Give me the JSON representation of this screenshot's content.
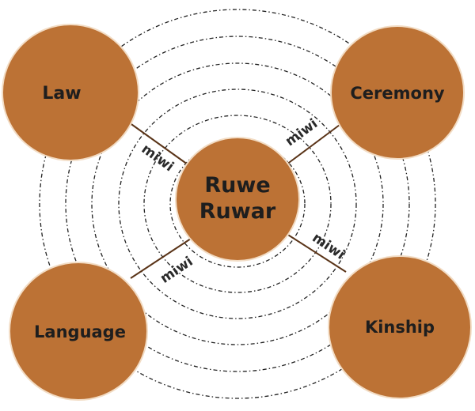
{
  "center": {
    "line1": "Ruwe",
    "line2": "Ruwar"
  },
  "nodes": {
    "law": "Law",
    "ceremony": "Ceremony",
    "language": "Language",
    "kinship": "Kinship"
  },
  "connector_label": "miwi",
  "colors": {
    "node_fill": "#BC7235",
    "node_stroke": "#F2DCC4",
    "connector": "#5A3418",
    "ring": "#222222"
  }
}
